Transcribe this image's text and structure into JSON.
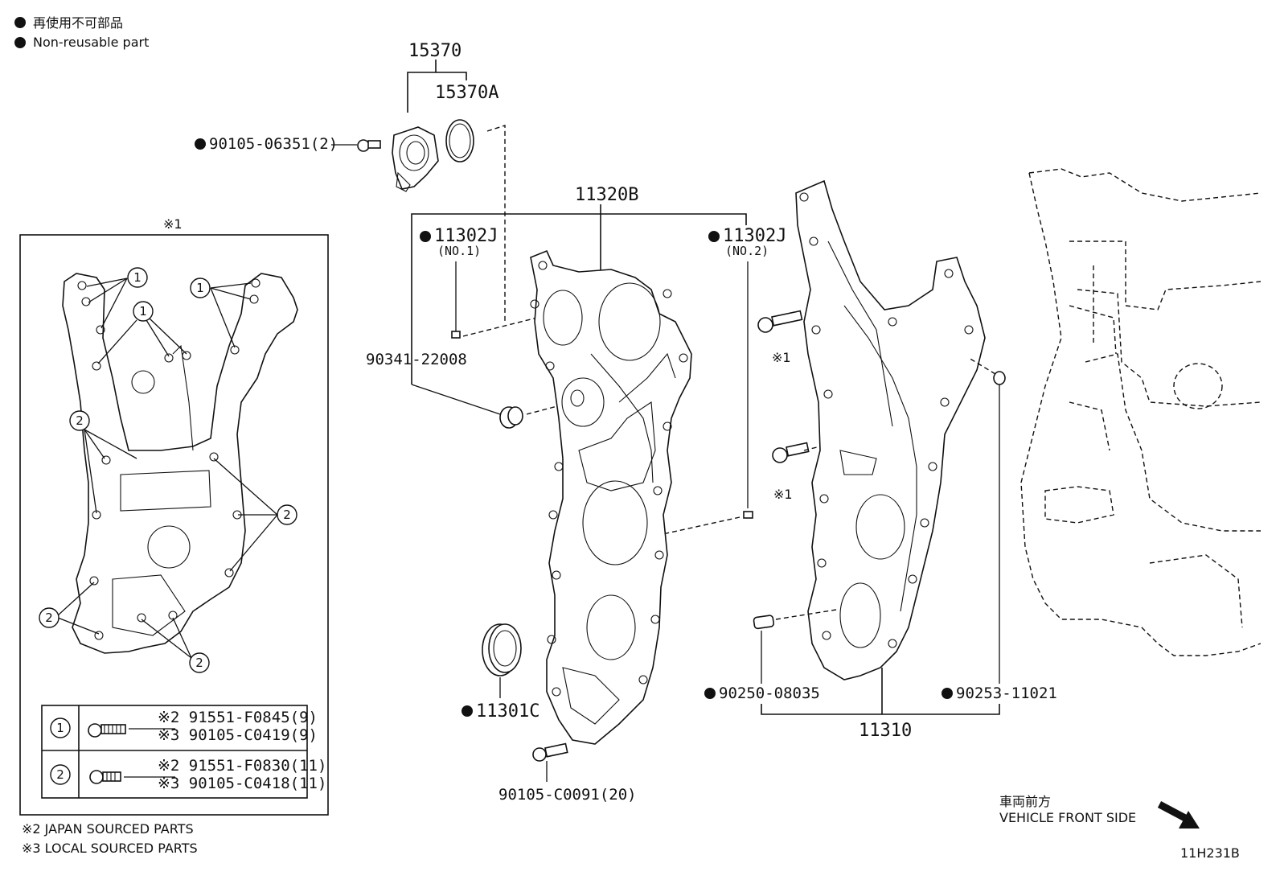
{
  "legend": {
    "line1": "再使用不可部品",
    "line2": "Non-reusable part"
  },
  "inset": {
    "title": "※1",
    "callout_1": "1",
    "callout_2": "2",
    "row1": {
      "num": "1",
      "part_a": "※2 91551-F0845(9)",
      "part_b": "※3 90105-C0419(9)"
    },
    "row2": {
      "num": "2",
      "part_a": "※2 91551-F0830(11)",
      "part_b": "※3 90105-C0418(11)"
    }
  },
  "notes": {
    "japan": "※2 JAPAN SOURCED PARTS",
    "local": "※3 LOCAL SOURCED PARTS"
  },
  "parts": {
    "p15370": "15370",
    "p15370A": "15370A",
    "p90105_06351": "90105-06351(2)",
    "p11320B": "11320B",
    "p11302J_1": "11302J",
    "p11302J_1_sub": "(NO.1)",
    "p11302J_2": "11302J",
    "p11302J_2_sub": "(NO.2)",
    "p90341": "90341-22008",
    "p11301C": "11301C",
    "p90105_C0091": "90105-C0091(20)",
    "p90250": "90250-08035",
    "p90253": "90253-11021",
    "p11310": "11310",
    "ref_1a": "※1",
    "ref_1b": "※1"
  },
  "direction": {
    "jp": "車両前方",
    "en": "VEHICLE FRONT SIDE"
  },
  "figure_id": "11H231B"
}
